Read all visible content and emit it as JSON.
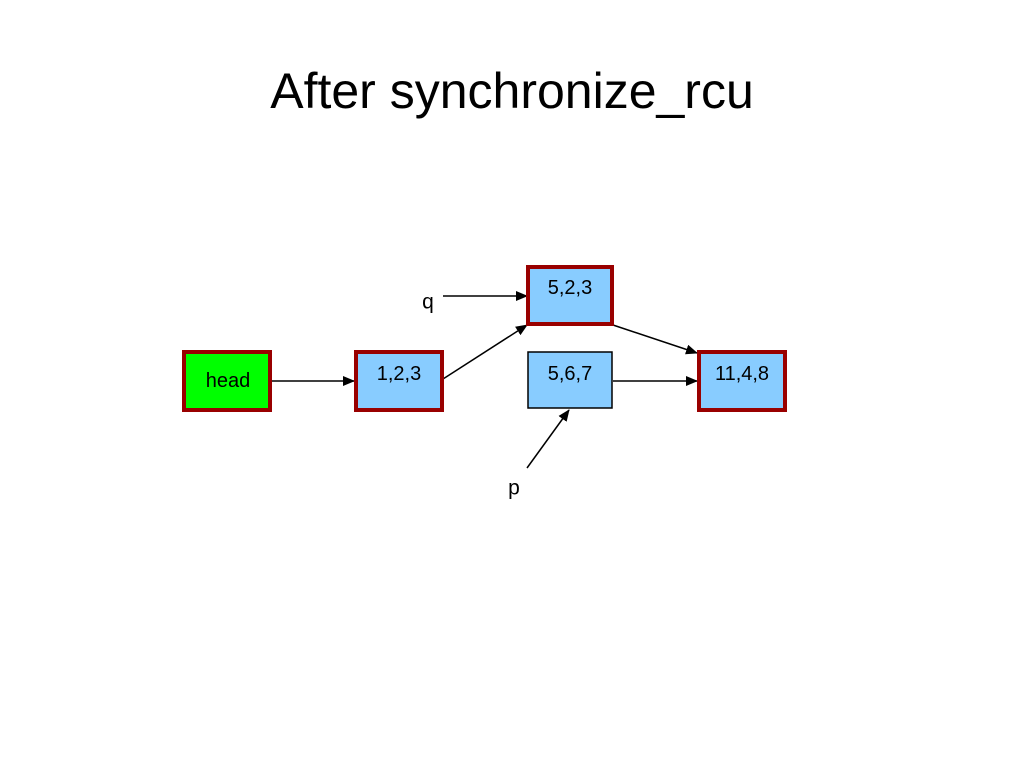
{
  "slide": {
    "title": "After synchronize_rcu"
  },
  "diagram": {
    "colors": {
      "head_fill": "#00ff00",
      "node_fill": "#88ccff",
      "thick_border": "#990000",
      "thin_border": "#000000",
      "arrow": "#000000"
    },
    "nodes": {
      "head": {
        "label": "head"
      },
      "n123": {
        "label": "1,2,3"
      },
      "n523": {
        "label": "5,2,3"
      },
      "n567": {
        "label": "5,6,7"
      },
      "n1148": {
        "label": "11,4,8"
      }
    },
    "pointers": {
      "q": {
        "label": "q"
      },
      "p": {
        "label": "p"
      }
    }
  }
}
